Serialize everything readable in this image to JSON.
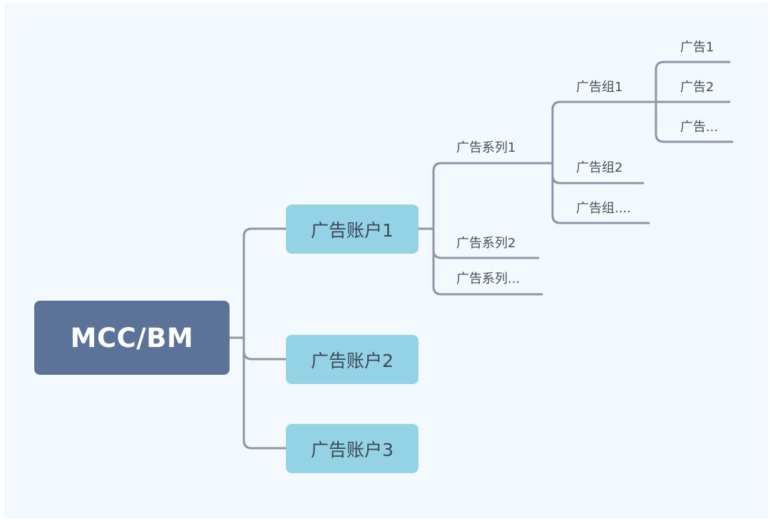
{
  "root": {
    "label": "MCC/BM"
  },
  "accounts": [
    {
      "label": "广告账户1"
    },
    {
      "label": "广告账户2"
    },
    {
      "label": "广告账户3"
    }
  ],
  "campaigns": [
    {
      "label": "广告系列1"
    },
    {
      "label": "广告系列2"
    },
    {
      "label": "广告系列..."
    }
  ],
  "adgroups": [
    {
      "label": "广告组1"
    },
    {
      "label": "广告组2"
    },
    {
      "label": "广告组...."
    }
  ],
  "ads": [
    {
      "label": "广告1"
    },
    {
      "label": "广告2"
    },
    {
      "label": "广告..."
    }
  ],
  "colors": {
    "background": "#f4f9fd",
    "root_fill": "#5b7299",
    "account_fill": "#94d2e6",
    "connector": "#8d96a6"
  }
}
